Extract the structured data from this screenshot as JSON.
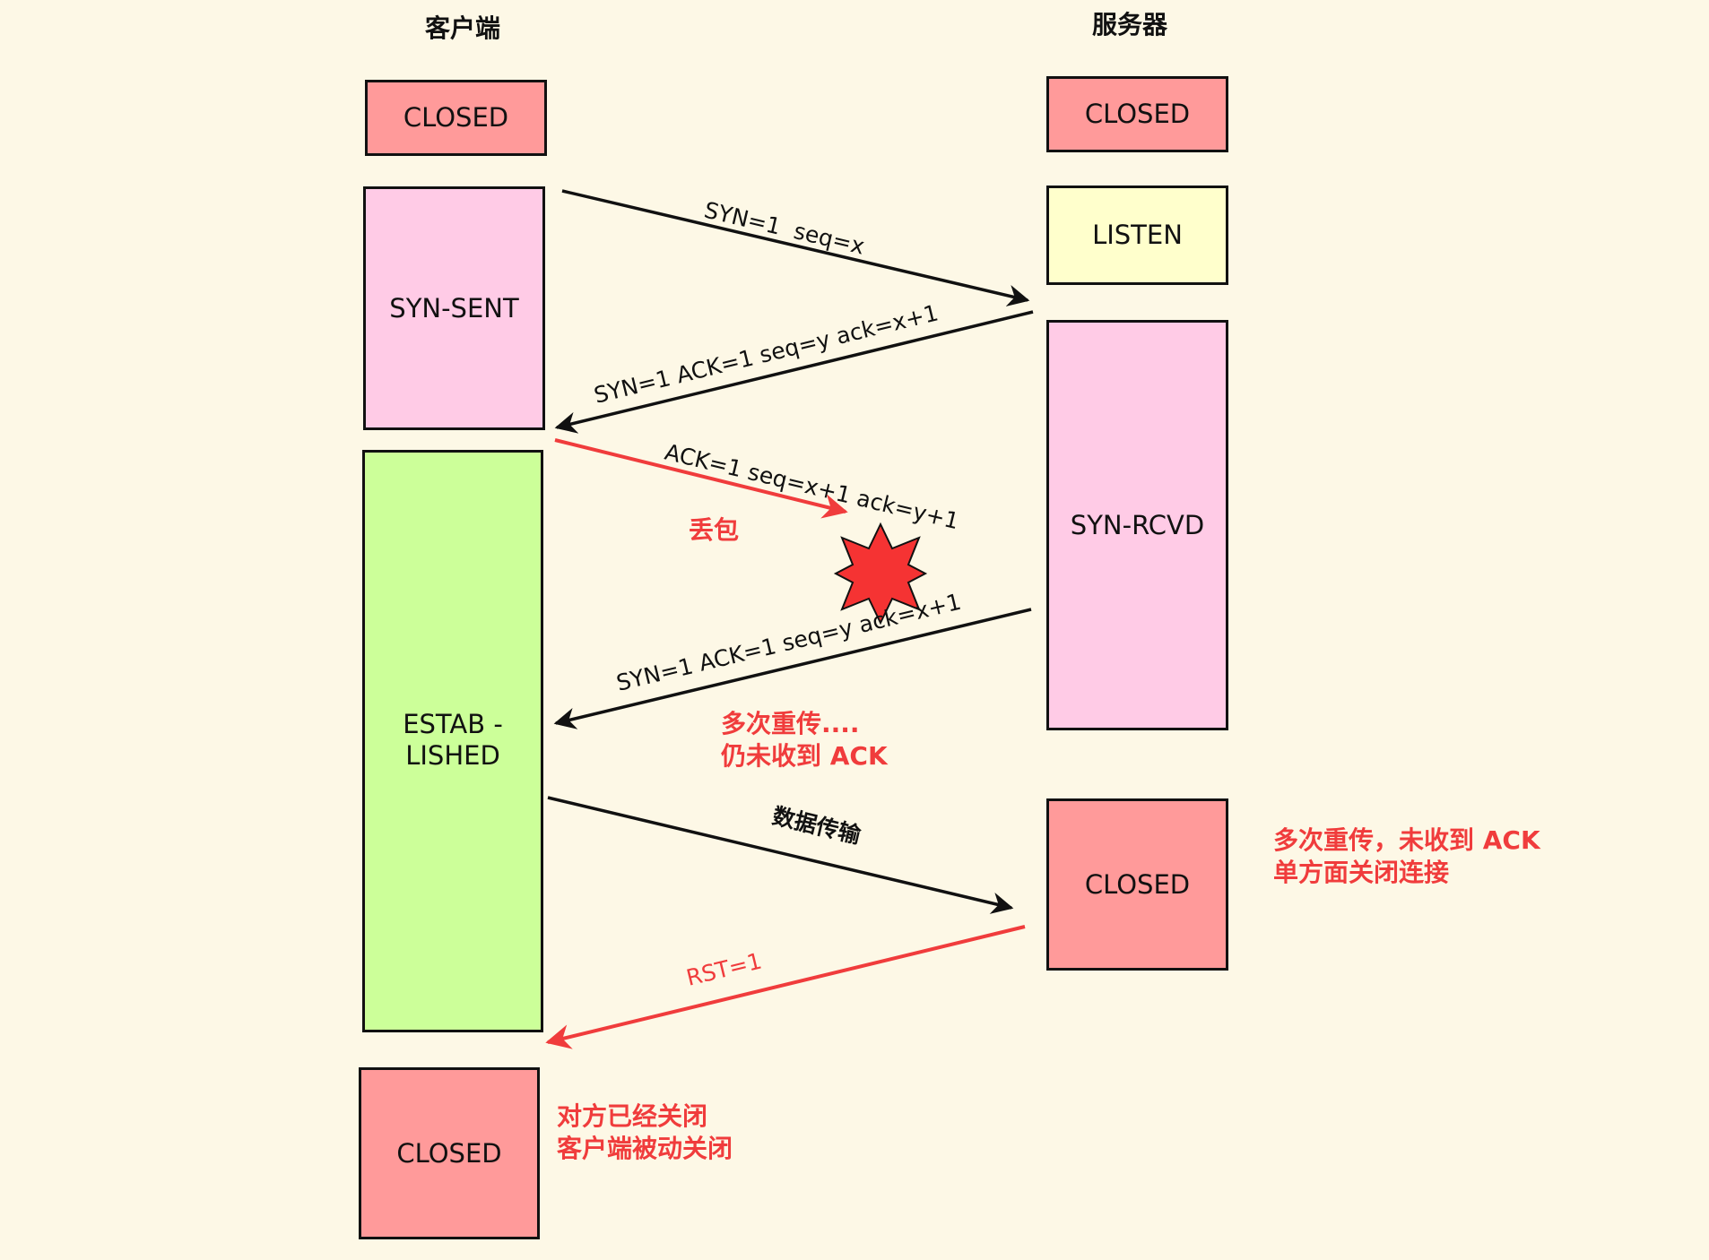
{
  "columns": {
    "client": "客户端",
    "server": "服务器"
  },
  "client_states": [
    {
      "label": "CLOSED",
      "kind": "closed"
    },
    {
      "label": "SYN-SENT",
      "kind": "syn-sent"
    },
    {
      "label": "ESTAB -\nLISHED",
      "kind": "established"
    },
    {
      "label": "CLOSED",
      "kind": "closed"
    }
  ],
  "server_states": [
    {
      "label": "CLOSED",
      "kind": "closed"
    },
    {
      "label": "LISTEN",
      "kind": "listen"
    },
    {
      "label": "SYN-RCVD",
      "kind": "syn-rcvd"
    },
    {
      "label": "CLOSED",
      "kind": "closed"
    }
  ],
  "messages": [
    {
      "label": "SYN=1  seq=x",
      "direction": "client-to-server",
      "color": "#111111"
    },
    {
      "label": "SYN=1 ACK=1 seq=y ack=x+1",
      "direction": "server-to-client",
      "color": "#111111"
    },
    {
      "label": "ACK=1 seq=x+1 ack=y+1",
      "direction": "client-to-server",
      "color": "#f03c3c",
      "lost": true
    },
    {
      "label": "SYN=1 ACK=1 seq=y ack=x+1",
      "direction": "server-to-client",
      "color": "#111111"
    },
    {
      "label": "数据传输",
      "direction": "client-to-server",
      "color": "#111111"
    },
    {
      "label": "RST=1",
      "direction": "server-to-client",
      "color": "#f03c3c"
    }
  ],
  "notes": {
    "packet_loss": "丢包",
    "retransmit": "多次重传....\n仍未收到 ACK",
    "server_close": "多次重传，未收到 ACK\n单方面关闭连接",
    "client_close": "对方已经关闭\n客户端被动关闭"
  },
  "colors": {
    "background": "#fdf8e6",
    "closed": "#ff9a9a",
    "syn": "#ffcbe6",
    "listen": "#ffffcc",
    "established": "#ccff99",
    "alert": "#f03c3c",
    "line": "#111111"
  },
  "icons": {
    "loss_marker": "explosion-star-icon"
  }
}
